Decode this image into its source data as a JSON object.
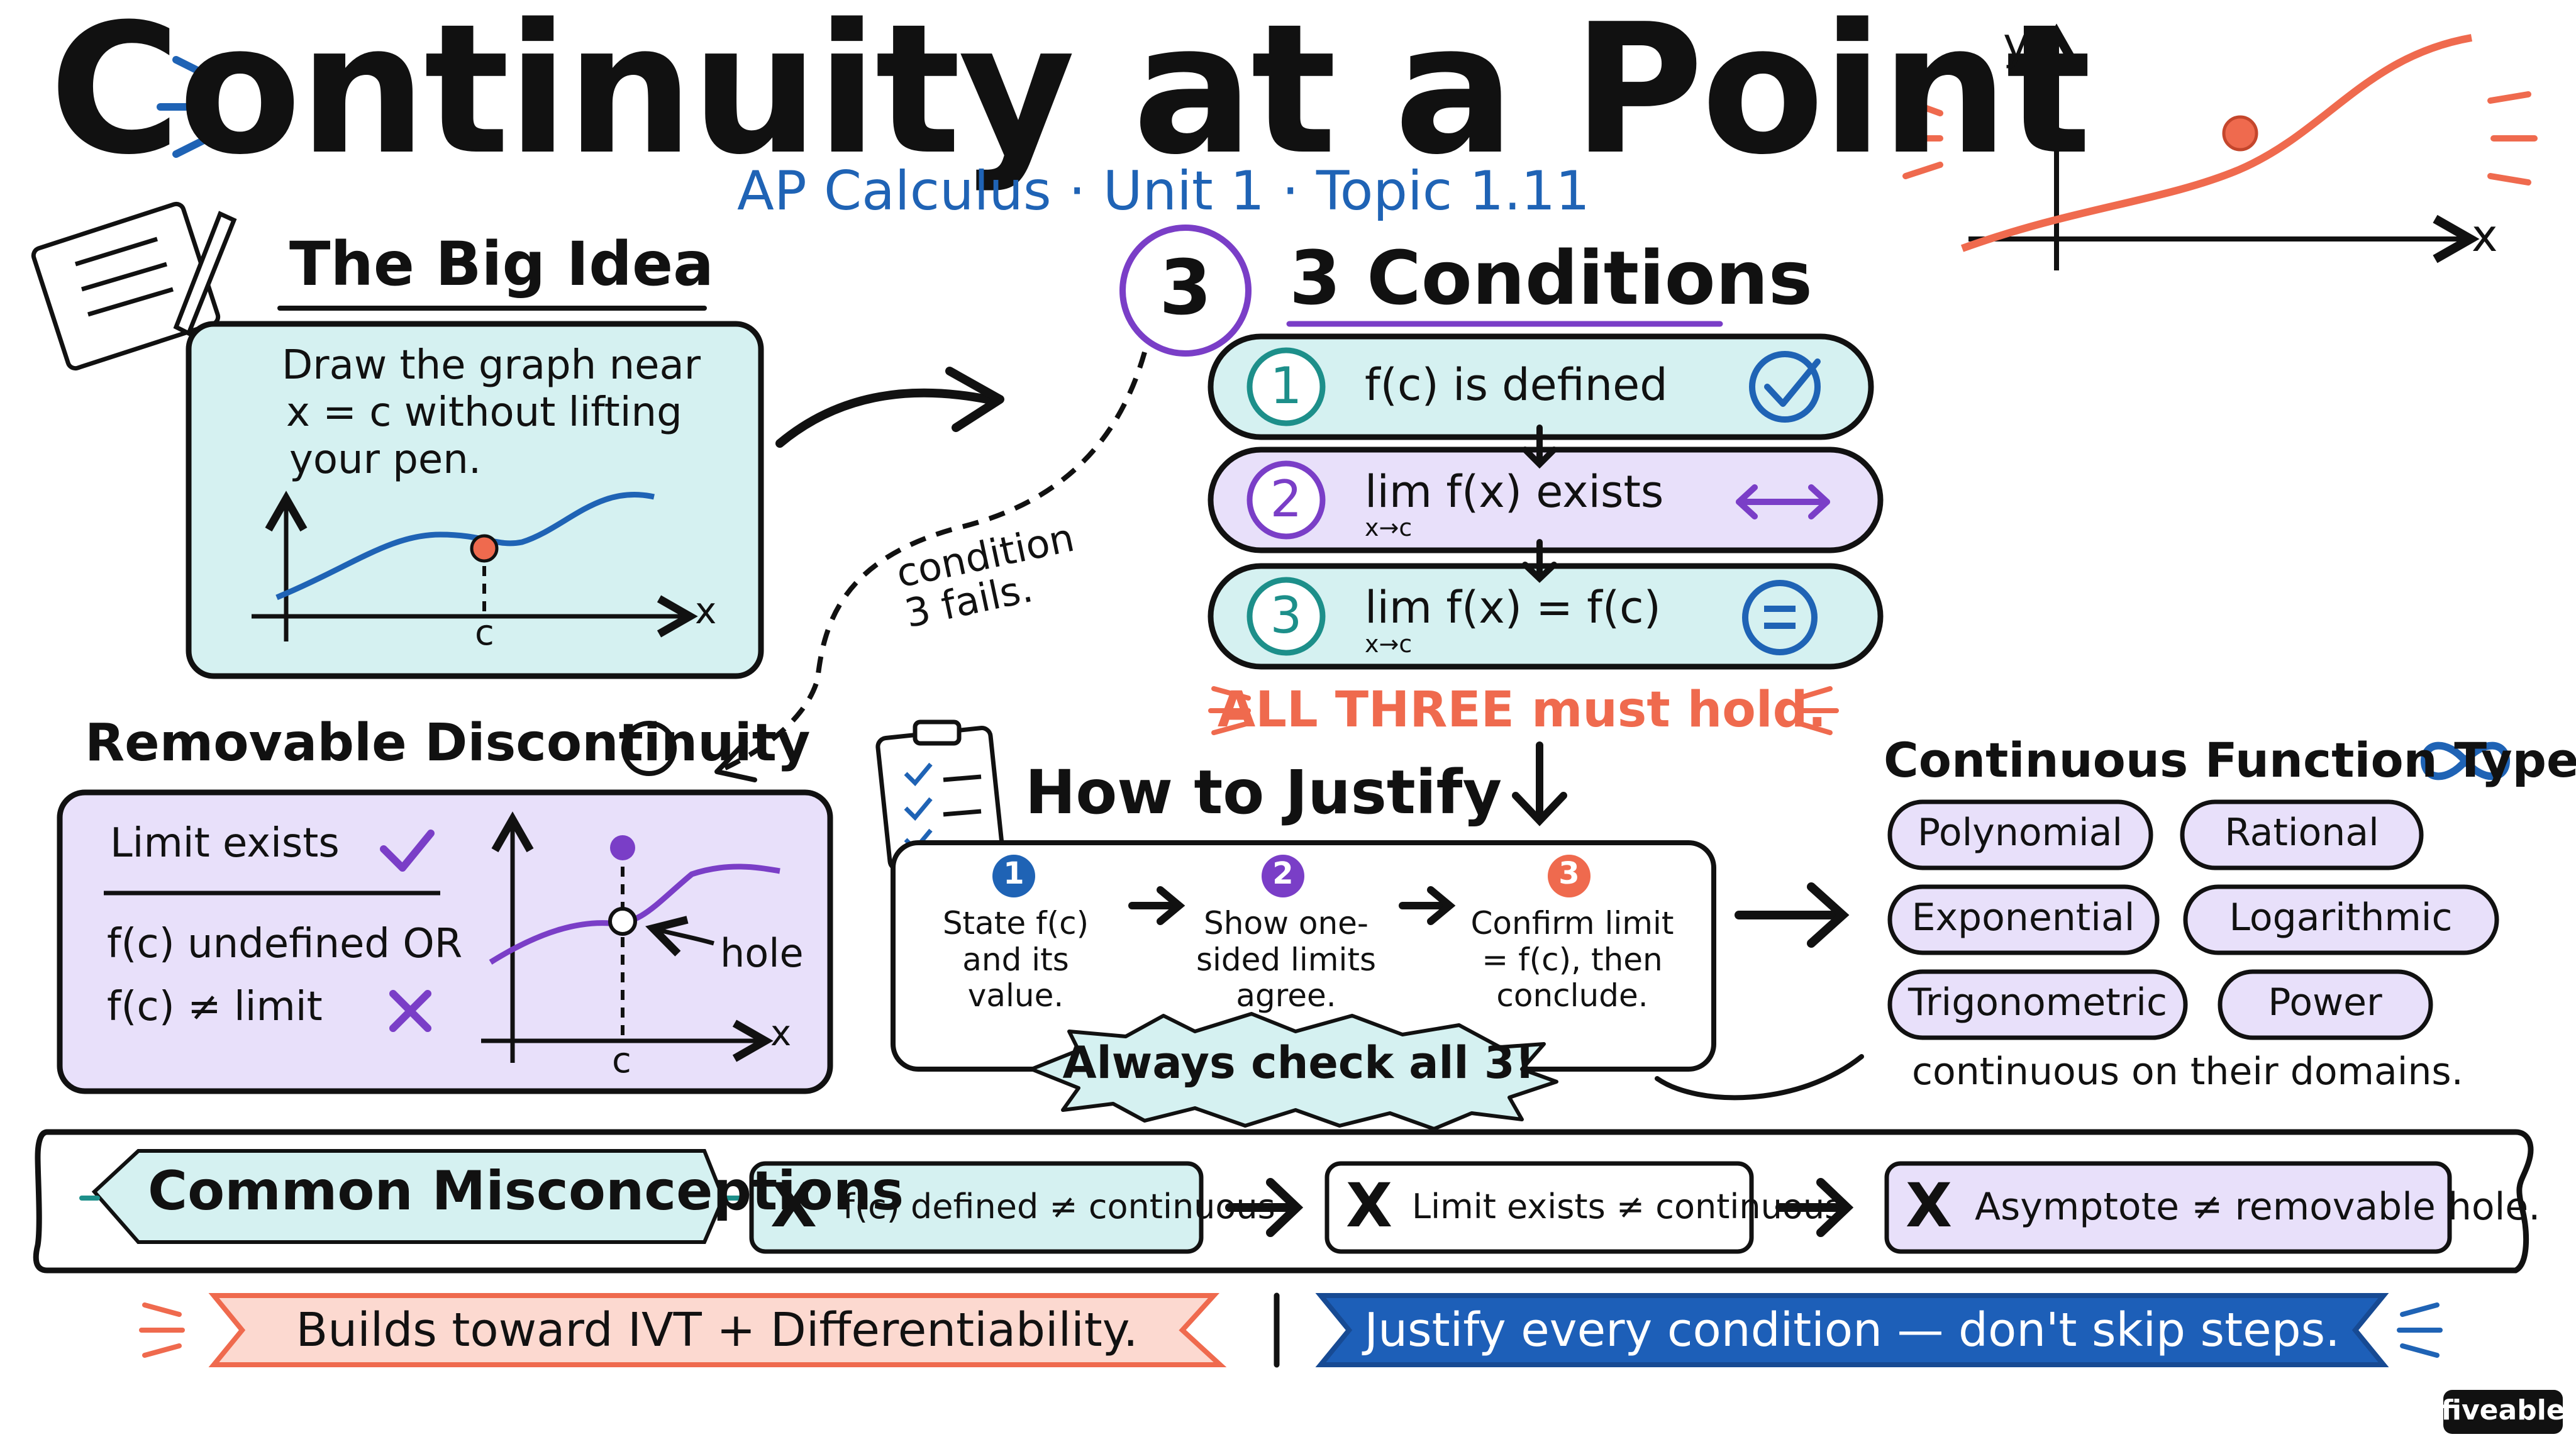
{
  "header": {
    "title": "Continuity at a Point",
    "subtitle": "AP Calculus · Unit 1 · Topic 1.11"
  },
  "big_idea": {
    "heading": "The Big Idea",
    "text_lines": [
      "Draw the graph near",
      "x = c without lifting",
      "your pen."
    ],
    "graph": {
      "x_axis": "x",
      "point_label": "c"
    }
  },
  "hero_graph": {
    "y_axis": "y",
    "x_axis": "x"
  },
  "conditions": {
    "badge": "3",
    "heading": "3 Conditions",
    "items": [
      {
        "number": "1",
        "text": "f(c) is defined",
        "sub": "",
        "icon": "check-circle-icon"
      },
      {
        "number": "2",
        "text": "lim f(x) exists",
        "sub": "x→c",
        "icon": "double-arrow-icon"
      },
      {
        "number": "3",
        "text": "lim f(x) = f(c)",
        "sub": "x→c",
        "icon": "equals-circle-icon"
      }
    ],
    "footer": "ALL THREE must hold."
  },
  "condition_fails_note": "condition\n3 fails.",
  "removable": {
    "heading": "Removable Discontinuity",
    "limit_exists": "Limit exists",
    "line1": "f(c) undefined OR",
    "line2": "f(c) ≠ limit",
    "graph": {
      "hole_label": "hole",
      "x_axis": "x",
      "point_label": "c"
    }
  },
  "justify": {
    "heading": "How to Justify",
    "steps": [
      {
        "number": "1",
        "text": "State f(c) and its value."
      },
      {
        "number": "2",
        "text": "Show one-sided limits agree."
      },
      {
        "number": "3",
        "text": "Confirm limit = f(c), then conclude."
      }
    ],
    "banner": "Always check all 3!"
  },
  "function_types": {
    "heading": "Continuous Function Types",
    "items": [
      "Polynomial",
      "Rational",
      "Exponential",
      "Logarithmic",
      "Trigonometric",
      "Power"
    ],
    "footer": "continuous on their domains."
  },
  "misconceptions": {
    "heading": "Common Misconceptions",
    "items": [
      {
        "mark": "X",
        "text": "f(c) defined ≠ continuous"
      },
      {
        "mark": "X",
        "text": "Limit exists ≠ continuous"
      },
      {
        "mark": "X",
        "text": "Asymptote ≠ removable hole."
      }
    ]
  },
  "banners": {
    "left": "Builds toward IVT + Differentiability.",
    "right": "Justify every condition — don't skip steps."
  },
  "brand": "fiveable",
  "colors": {
    "ink": "#111111",
    "blue": "#1f63b5",
    "teal": "#1d8f8a",
    "teal_fill": "#d5f1f1",
    "purple": "#7a3ec7",
    "purple_fill": "#e8e0fa",
    "red": "#ef6a4e",
    "red_fill": "#fcd9d0",
    "blue_banner": "#1d5fb8"
  }
}
